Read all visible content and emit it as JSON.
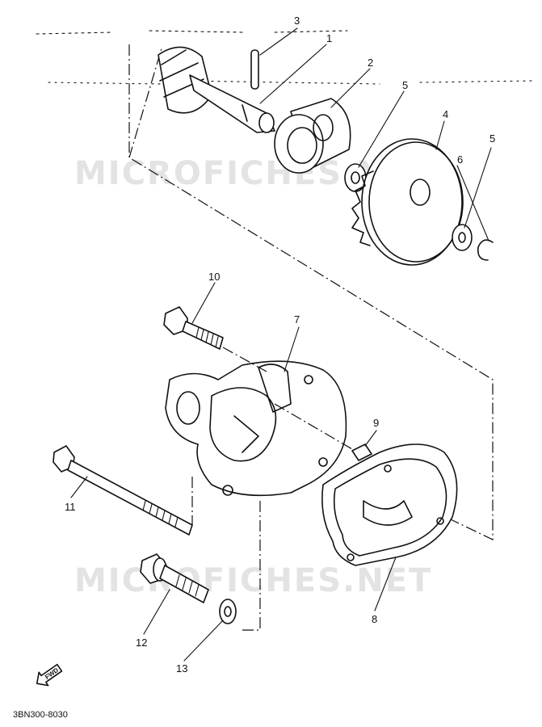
{
  "watermark_text": "MICROFICHES.NET",
  "drawing_code": "3BN300-8030",
  "fwd_label": "FWD",
  "callouts": [
    "1",
    "2",
    "3",
    "4",
    "5",
    "5",
    "6",
    "7",
    "8",
    "9",
    "10",
    "11",
    "12",
    "13"
  ],
  "colors": {
    "ink": "#111111",
    "watermark": "#e3e3e3",
    "background": "#ffffff"
  }
}
